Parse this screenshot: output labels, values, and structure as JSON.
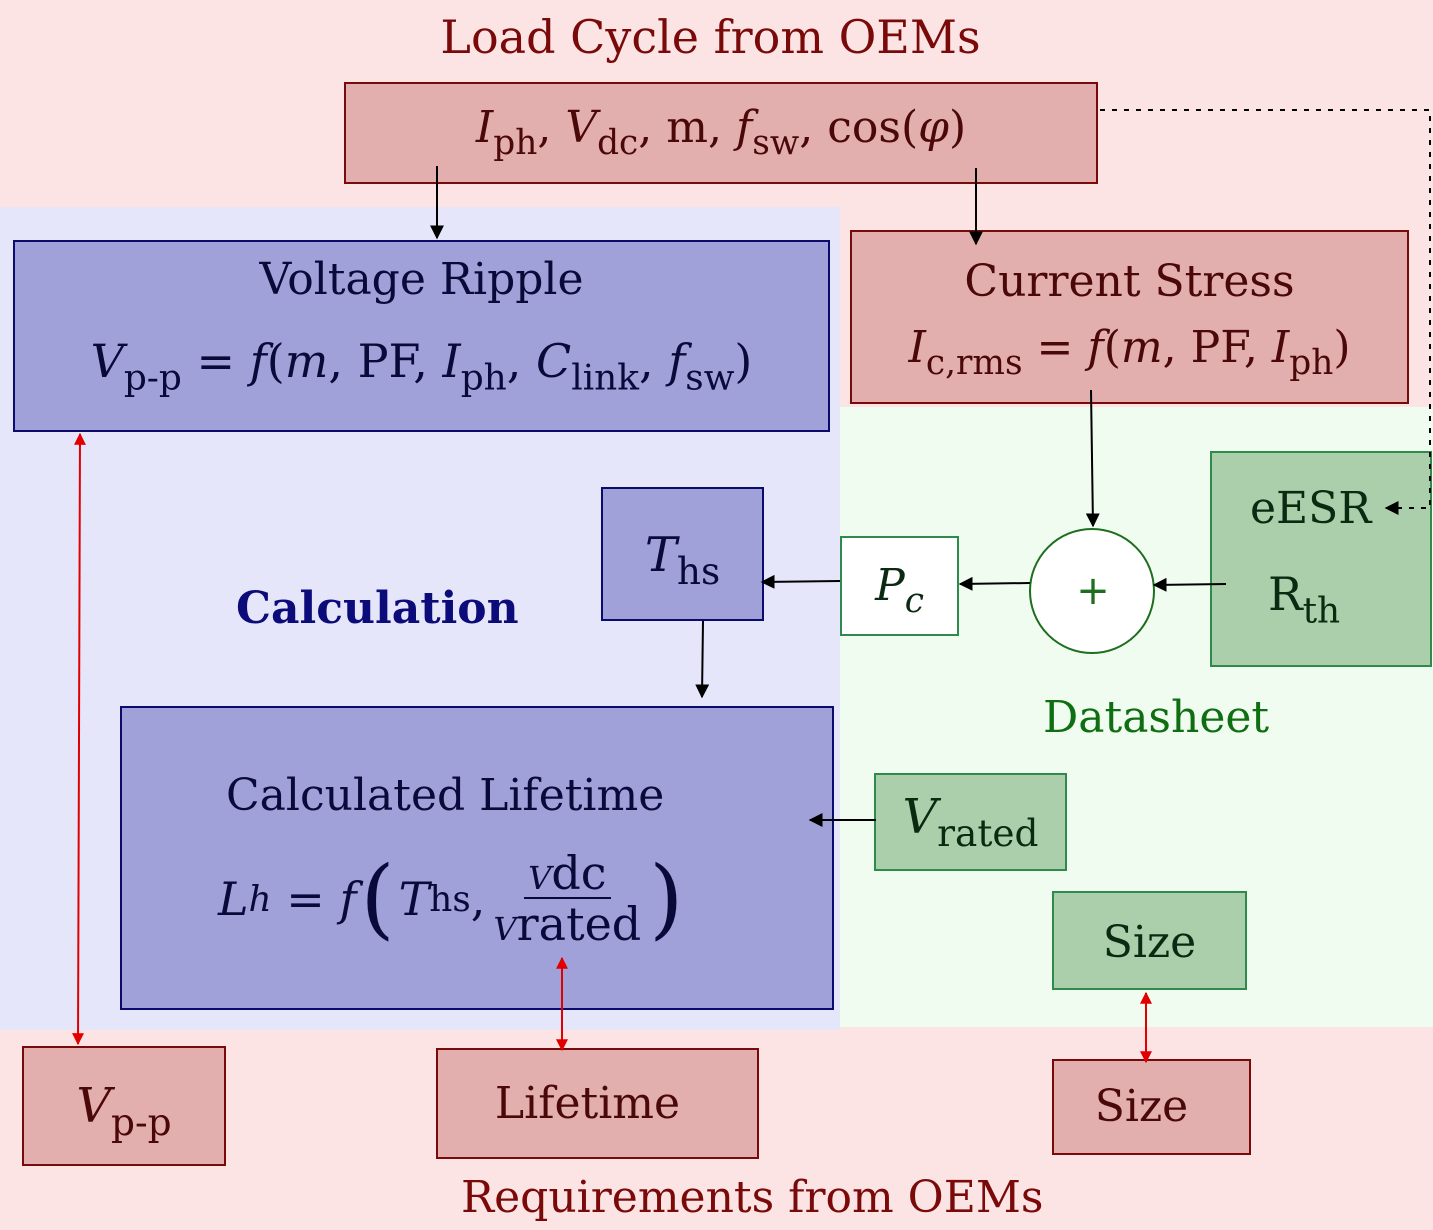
{
  "regions": {
    "top_label": "Load Cycle from OEMs",
    "bottom_label": "Requirements from OEMs",
    "calculation_label": "Calculation",
    "datasheet_label": "Datasheet"
  },
  "inputs": {
    "I": "I",
    "I_sub": "ph",
    "V": "V",
    "V_sub": "dc",
    "m": "m",
    "f": "f",
    "f_sub": "sw",
    "cos": "cos(",
    "phi": "φ",
    "close": ")"
  },
  "voltage_ripple": {
    "title": "Voltage Ripple",
    "V": "V",
    "V_sub": "p-p",
    "eq": " = ",
    "f": "f",
    "open": "(",
    "m": "m",
    "PF": "PF",
    "I": "I",
    "I_sub": "ph",
    "C": "C",
    "C_sub": "link",
    "fs": "f",
    "fs_sub": "sw",
    "close": ")"
  },
  "current_stress": {
    "title": "Current Stress",
    "I": "I",
    "I_sub": "c,rms",
    "eq": " = ",
    "f": "f",
    "open": "(",
    "m": "m",
    "PF": "PF",
    "I2": "I",
    "I2_sub": "ph",
    "close": ")"
  },
  "ths": {
    "T": "T",
    "T_sub": "hs"
  },
  "pc": {
    "P": "P",
    "P_sub": "c"
  },
  "sum": {
    "symbol": "+"
  },
  "datasheet": {
    "eesr": "eESR",
    "rth": "R",
    "rth_sub": "th"
  },
  "vrated": {
    "V": "V",
    "V_sub": "rated"
  },
  "size_datasheet": "Size",
  "lifetime": {
    "title": "Calculated Lifetime",
    "L": "L",
    "L_sub": "h",
    "eq": " = ",
    "f": "f",
    "open": "(",
    "T": "T",
    "T_sub": "hs",
    "num_V": "V",
    "num_sub": "dc",
    "den_V": "V",
    "den_sub": "rated",
    "close": ")"
  },
  "requirements": {
    "vpp_V": "V",
    "vpp_sub": "p-p",
    "lifetime": "Lifetime",
    "size": "Size"
  },
  "colors": {
    "oem_fill": "#e3aeae",
    "oem_region": "#fde4e4",
    "calc_fill": "#a1a1da",
    "calc_region": "#e6e6fb",
    "datasheet_fill": "#aacfaa",
    "datasheet_region": "#f1fcf1",
    "requirement_arrow": "#e00000"
  }
}
